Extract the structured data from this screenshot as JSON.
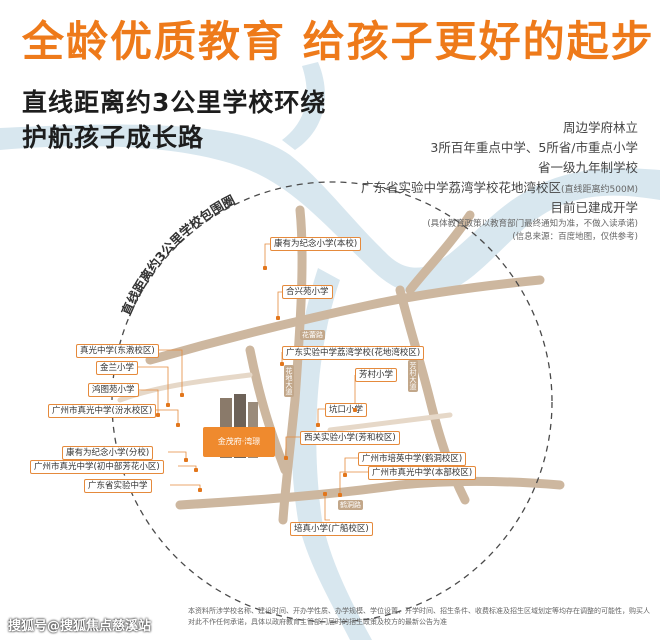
{
  "headline": "全龄优质教育 给孩子更好的起步",
  "subtitle_1": "直线距离约3公里学校环绕",
  "subtitle_2": "护航孩子成长路",
  "info": {
    "line1": "周边学府林立",
    "line2": "3所百年重点中学、5所省/市重点小学",
    "line3": "省一级九年制学校",
    "line4_main": "广东省实验中学荔湾学校花地湾校区",
    "line4_note": "(直线距离约500M)",
    "line5": "目前已建成开学",
    "note1": "(具体教育政策以教育部门最终通知为准，不做入读承诺)",
    "note2": "(信息来源：百度地图，仅供参考)"
  },
  "circle_label": "直线距离约3公里学校包围圈",
  "schools": {
    "s1": "康有为纪念小学(本校)",
    "s2": "合兴苑小学",
    "s3": "真光中学(东漖校区)",
    "s4": "广东实验中学荔湾学校(花地湾校区)",
    "s5": "金兰小学",
    "s6": "鸿图苑小学",
    "s7": "芳村小学",
    "s8": "广州市真光中学(汾水校区)",
    "s9": "坑口小学",
    "s10": "西关实验小学(芳和校区)",
    "s11": "康有为纪念小学(分校)",
    "s12": "广州市培英中学(鹤洞校区)",
    "s13": "广州市真光中学(初中部芳花小区)",
    "s14": "广州市真光中学(本部校区)",
    "s15": "广东省实验中学",
    "s16": "培真小学(广船校区)"
  },
  "roads": {
    "r1": "花地大道",
    "r2": "芳村大道",
    "r3": "鹤洞路",
    "r4": "花蕾路"
  },
  "project_tag": "金茂府·湾璟",
  "footer_left": "搜狐号@搜狐焦点慈溪站",
  "disclaimer": "本资料所涉学校名称、建设时间、开办学性质、办学规模、学位设置、开学时间、招生条件、收费标准及招生区域划定等均存在调整的可能性，购买人对此不作任何承诺，具体以政府教育主管部门届时的招生政策及校方的最新公告为准",
  "colors": {
    "accent": "#ee7a1a",
    "river": "#d8e7ef",
    "road": "#c8b196"
  }
}
